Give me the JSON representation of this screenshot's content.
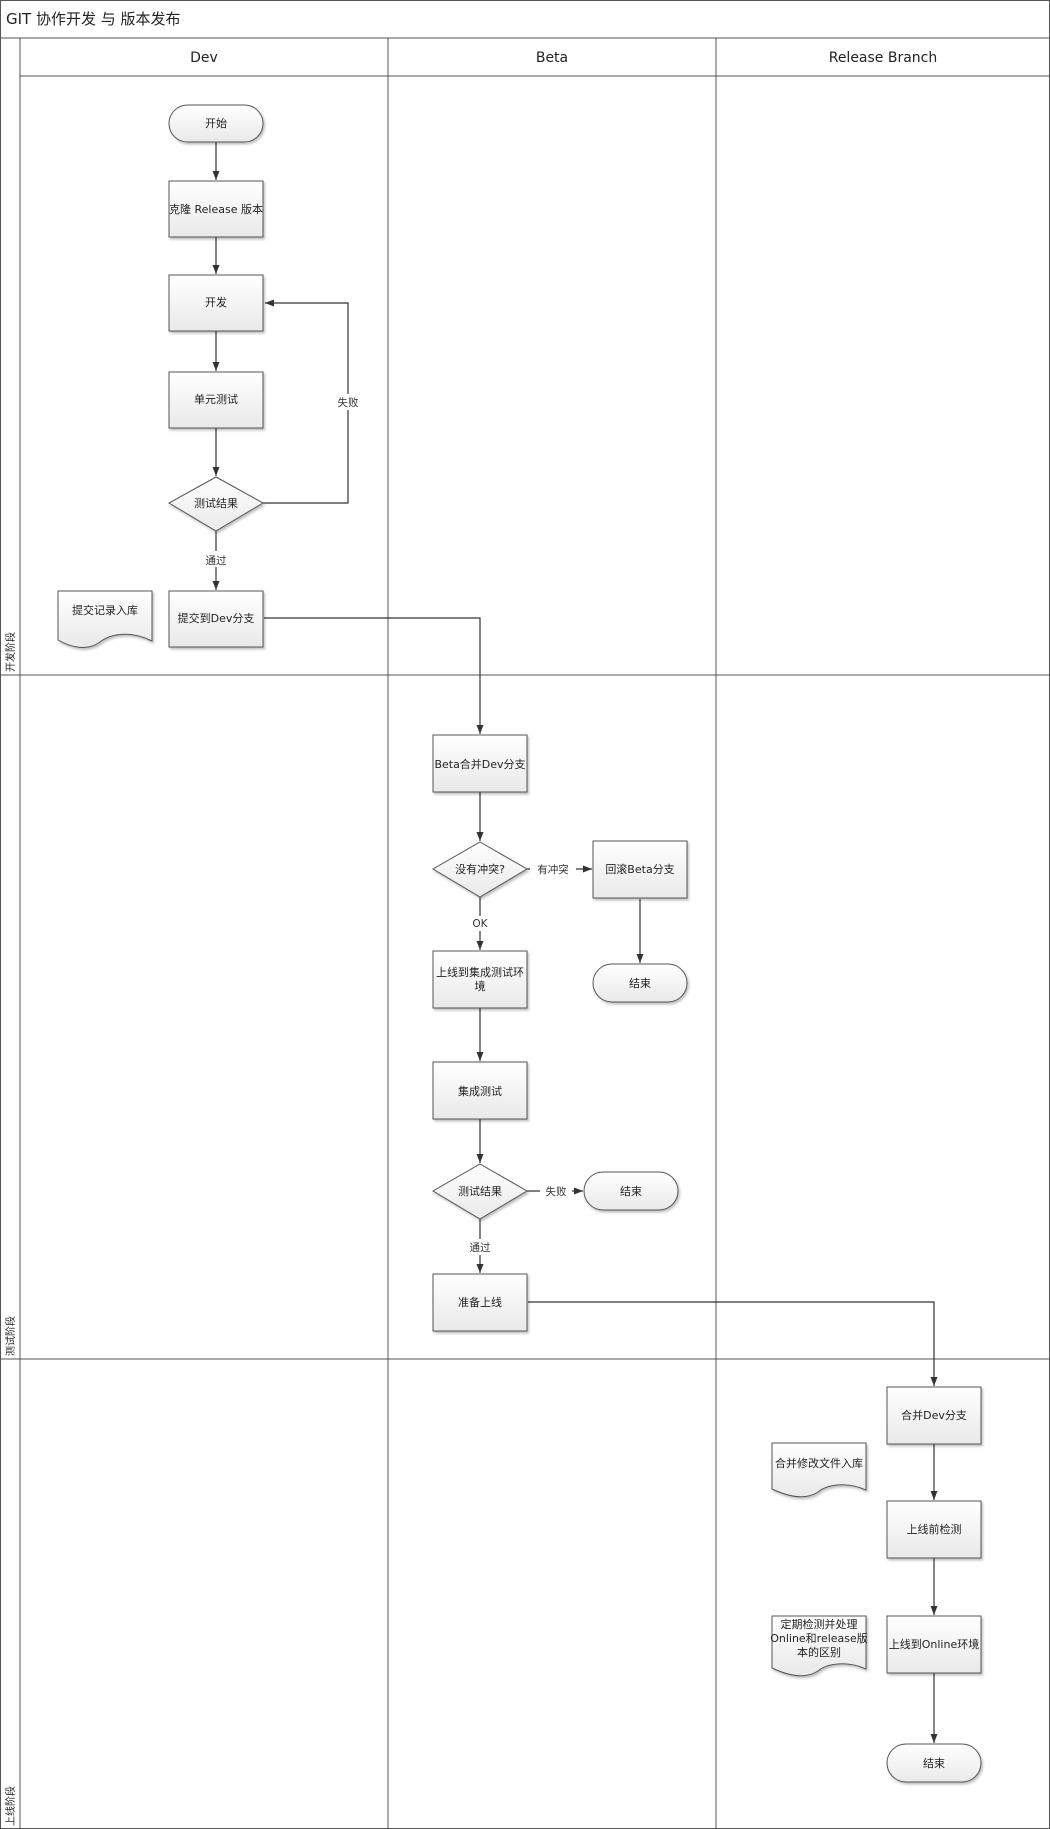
{
  "diagram": {
    "title": "GIT 协作开发 与 版本发布",
    "lanes": [
      "Dev",
      "Beta",
      "Release Branch"
    ],
    "phases": [
      "开发阶段",
      "测试阶段",
      "上线阶段"
    ],
    "nodes": {
      "start": "开始",
      "clone": "克隆 Release 版本",
      "develop": "开发",
      "unit_test": "单元测试",
      "test_result_1": "测试结果",
      "commit_dev": "提交到Dev分支",
      "commit_note": "提交记录入库",
      "beta_merge": "Beta合并Dev分支",
      "no_conflict": "没有冲突?",
      "rollback": "回滚Beta分支",
      "end_1": "结束",
      "deploy_integration": [
        "上线到集成测试环",
        "境"
      ],
      "integration_test": "集成测试",
      "test_result_2": "测试结果",
      "end_2": "结束",
      "prepare_release": "准备上线",
      "merge_dev": "合并Dev分支",
      "merge_note": "合并修改文件入库",
      "pre_check": "上线前检测",
      "deploy_online": "上线到Online环境",
      "regular_note": [
        "定期检测并处理",
        "Online和release版",
        "本的区别"
      ],
      "end_3": "结束"
    },
    "edge_labels": {
      "fail_1": "失败",
      "pass_1": "通过",
      "has_conflict": "有冲突",
      "ok": "OK",
      "fail_2": "失败",
      "pass_2": "通过"
    }
  }
}
